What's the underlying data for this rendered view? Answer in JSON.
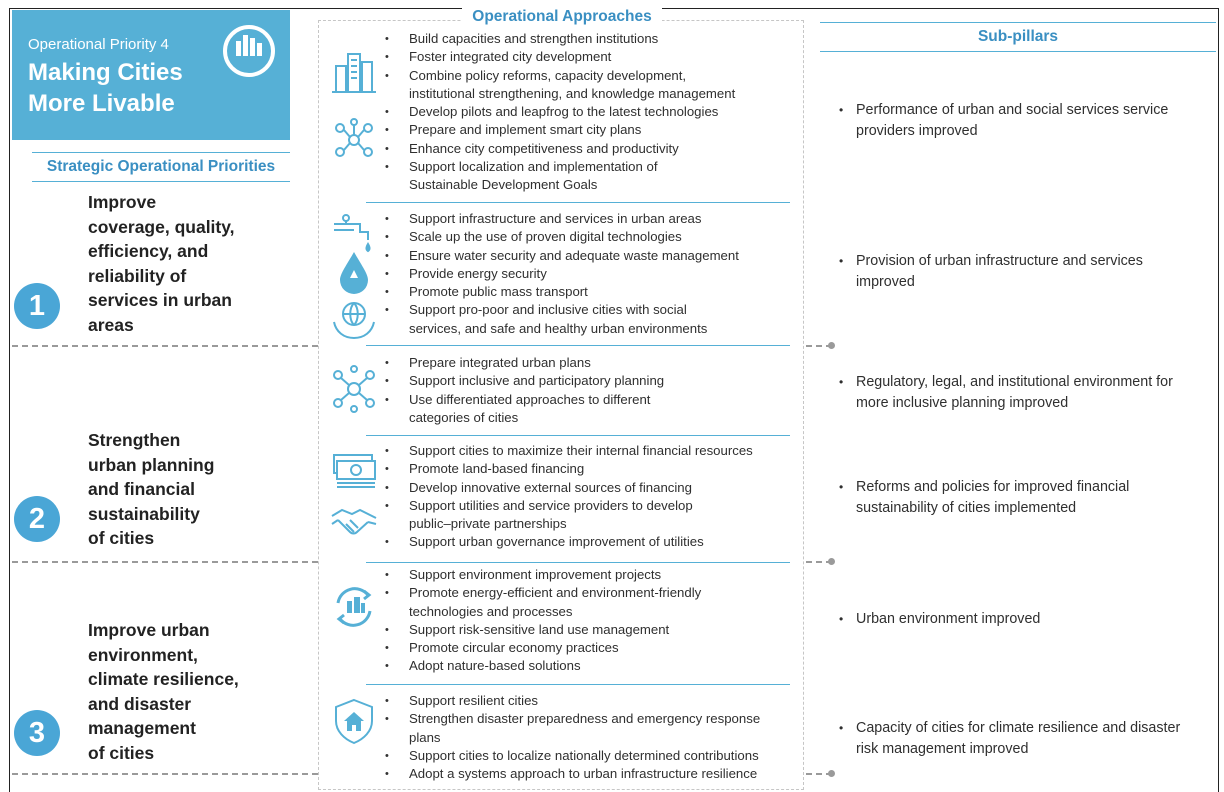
{
  "header": {
    "kicker": "Operational Priority 4",
    "title_line1": "Making Cities",
    "title_line2": "More Livable"
  },
  "strategic_heading": "Strategic Operational Priorities",
  "approaches_heading": "Operational Approaches",
  "subpillars_heading": "Sub-pillars",
  "priorities": [
    {
      "number": "1",
      "lines": [
        "Improve",
        "coverage, quality,",
        "efficiency, and",
        "reliability of",
        "services in urban",
        "areas"
      ]
    },
    {
      "number": "2",
      "lines": [
        "Strengthen",
        "urban planning",
        "and financial",
        "sustainability",
        "of cities"
      ]
    },
    {
      "number": "3",
      "lines": [
        "Improve  urban",
        "environment,",
        "climate resilience,",
        "and disaster",
        "management",
        "of cities"
      ]
    }
  ],
  "approach_groups": [
    {
      "icons": [
        "city-buildings-icon",
        "network-nodes-icon"
      ],
      "items": [
        "Build capacities and strengthen institutions",
        "Foster integrated city development",
        "Combine policy reforms, capacity development,",
        "institutional strengthening, and knowledge management",
        "Develop pilots and leapfrog to the latest technologies",
        "Prepare and implement smart city plans",
        "Enhance city competitiveness and productivity",
        "Support localization and implementation of",
        "Sustainable Development Goals"
      ]
    },
    {
      "icons": [
        "water-tap-icon",
        "water-drop-icon",
        "globe-hands-icon"
      ],
      "items": [
        "Support infrastructure and services in urban areas",
        "Scale up the use of proven digital technologies",
        "Ensure water security and adequate waste management",
        "Provide energy security",
        "Promote public mass transport",
        "Support pro-poor and inclusive cities with social",
        "services, and safe and healthy urban environments"
      ]
    },
    {
      "icons": [
        "planning-network-icon"
      ],
      "items": [
        "Prepare integrated urban plans",
        "Support inclusive and participatory planning",
        "Use differentiated approaches to different",
        "categories of cities"
      ]
    },
    {
      "icons": [
        "money-stack-icon",
        "handshake-icon"
      ],
      "items": [
        "Support cities to maximize their internal financial resources",
        "Promote land-based financing",
        "Develop innovative external sources of financing",
        "Support utilities and service providers to develop",
        "public–private partnerships",
        "Support urban governance improvement of utilities"
      ]
    },
    {
      "icons": [
        "recycle-city-icon"
      ],
      "items": [
        "Support environment improvement projects",
        "Promote energy-efficient and environment-friendly",
        "technologies and processes",
        "Support risk-sensitive land use management",
        "Promote circular economy practices",
        "Adopt nature-based solutions"
      ]
    },
    {
      "icons": [
        "shield-house-icon"
      ],
      "items": [
        "Support resilient cities",
        "Strengthen disaster preparedness and emergency response",
        "plans",
        "Support cities to localize nationally determined contributions",
        "Adopt a systems approach to urban infrastructure resilience"
      ]
    }
  ],
  "subpillars": [
    {
      "lines": [
        "Performance of urban and social services service",
        "providers improved"
      ]
    },
    {
      "lines": [
        "Provision of urban infrastructure and services",
        "improved"
      ]
    },
    {
      "lines": [
        "Regulatory, legal, and institutional environment for",
        "more inclusive planning improved"
      ]
    },
    {
      "lines": [
        "Reforms and policies for improved financial",
        "sustainability of cities implemented"
      ]
    },
    {
      "lines": [
        "Urban environment improved"
      ]
    },
    {
      "lines": [
        "Capacity of cities for climate resilience and disaster",
        "risk management improved"
      ]
    }
  ],
  "colors": {
    "accent": "#56b0d6",
    "heading": "#3a8fc2",
    "circle": "#4aa6d6",
    "dash": "#9a9a9a"
  }
}
